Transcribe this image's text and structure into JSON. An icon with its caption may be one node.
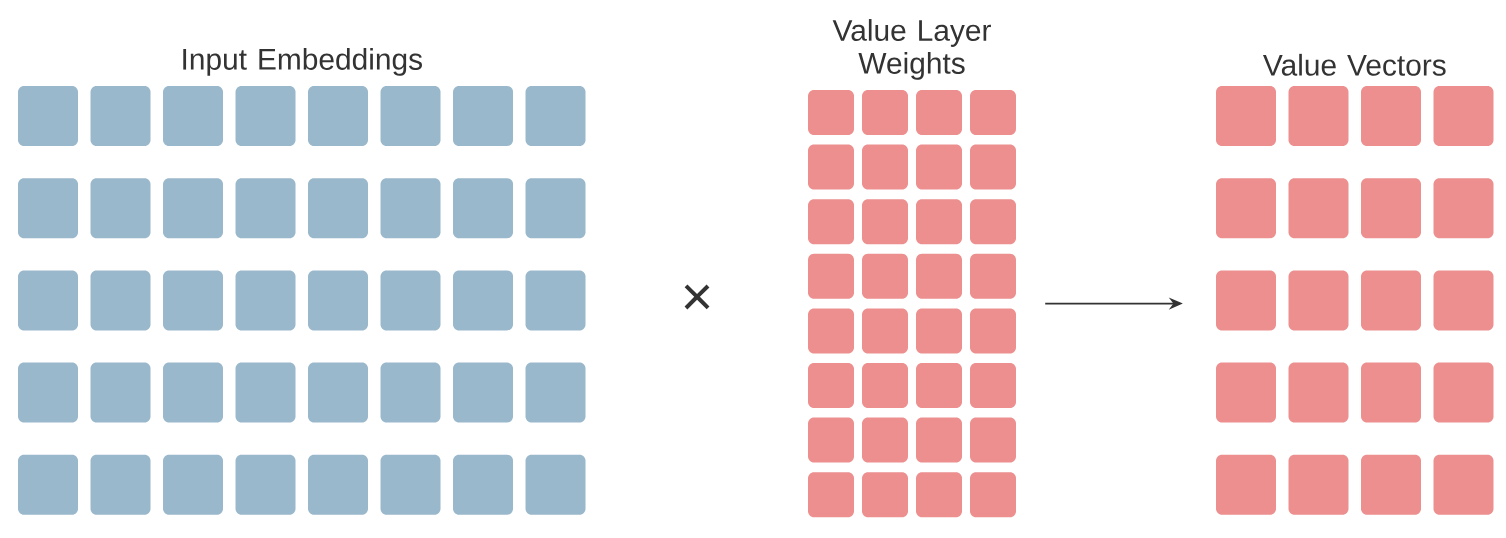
{
  "diagram": {
    "nodes": [
      {
        "text": [
          "Input Embeddings"
        ]
      },
      {
        "text": [
          "Value Layer Weights"
        ]
      },
      {
        "text": [
          "Value Vectors"
        ]
      }
    ],
    "edges": [
      {
        "from": 1,
        "to": 2,
        "arrow": "to"
      }
    ],
    "labels": [
      "×"
    ]
  }
}
